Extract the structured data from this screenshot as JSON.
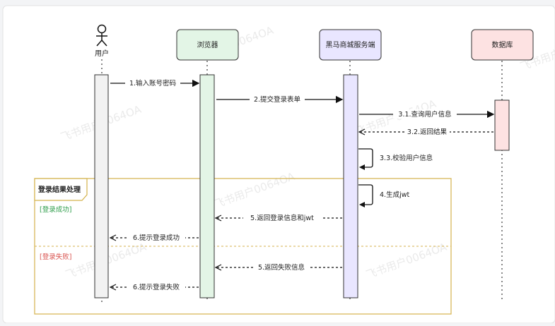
{
  "participants": {
    "user": {
      "label": "用户"
    },
    "browser": {
      "label": "浏览器",
      "fill": "#e3f5e6",
      "stroke": "#333333"
    },
    "server": {
      "label": "黑马商城服务端",
      "fill": "#e9e6ff",
      "stroke": "#333333"
    },
    "db": {
      "label": "数据库",
      "fill": "#fde2e2",
      "stroke": "#333333"
    }
  },
  "messages": {
    "m1": "1.输入账号密码",
    "m2": "2.提交登录表单",
    "m31": "3.1.查询用户信息",
    "m32": "3.2.返回结果",
    "m33": "3.3.校验用户信息",
    "m4": "4.生成jwt",
    "m5s": "5.返回登录信息和jwt",
    "m6s": "6.提示登录成功",
    "m5f": "5.返回失败信息",
    "m6f": "6.提示登录失败"
  },
  "alt_frame": {
    "title": "登录结果处理",
    "success_guard": "[登录成功]",
    "fail_guard": "[登录失败]",
    "frame_color": "#d4b24c",
    "success_color": "#2e9d4a",
    "fail_color": "#d9534f"
  },
  "watermark": "飞书用户0064OA"
}
